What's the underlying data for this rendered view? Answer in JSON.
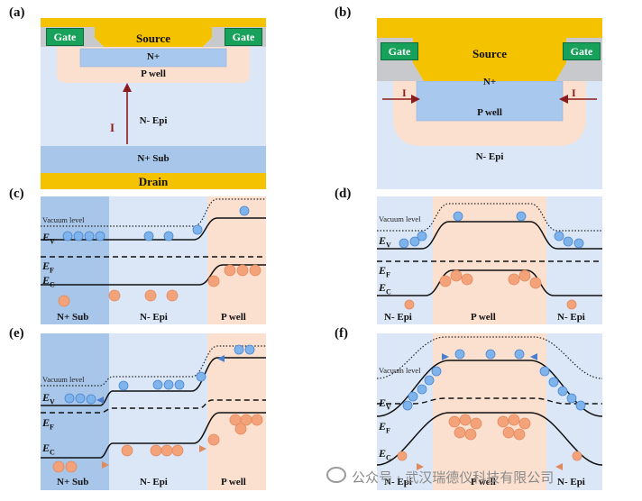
{
  "panels": {
    "a": {
      "label": "(a)",
      "gate_left": "Gate",
      "gate_right": "Gate",
      "source": "Source",
      "n_plus": "N+",
      "p_well": "P well",
      "current": "I",
      "n_epi": "N- Epi",
      "n_sub": "N+ Sub",
      "drain": "Drain"
    },
    "b": {
      "label": "(b)",
      "gate_left": "Gate",
      "gate_right": "Gate",
      "source": "Source",
      "n_plus": "N+",
      "current_left": "I",
      "current_right": "I",
      "p_well": "P well",
      "n_epi": "N- Epi"
    },
    "c": {
      "label": "(c)",
      "vacuum": "Vacuum level",
      "ev": "E",
      "ev_sub": "V",
      "ef": "E",
      "ef_sub": "F",
      "ec": "E",
      "ec_sub": "C",
      "region1": "N+ Sub",
      "region2": "N- Epi",
      "region3": "P well"
    },
    "d": {
      "label": "(d)",
      "vacuum": "Vacuum level",
      "ev": "E",
      "ev_sub": "V",
      "ef": "E",
      "ef_sub": "F",
      "ec": "E",
      "ec_sub": "C",
      "region1": "N- Epi",
      "region2": "P well",
      "region3": "N- Epi"
    },
    "e": {
      "label": "(e)",
      "vacuum": "Vacuum level",
      "ev": "E",
      "ev_sub": "V",
      "ef": "E",
      "ef_sub": "F",
      "ec": "E",
      "ec_sub": "C",
      "region1": "N+ Sub",
      "region2": "N- Epi",
      "region3": "P well"
    },
    "f": {
      "label": "(f)",
      "vacuum": "Vacuum level",
      "ev": "E",
      "ev_sub": "V",
      "ef": "E",
      "ef_sub": "F",
      "ec": "E",
      "ec_sub": "C",
      "region1": "N- Epi",
      "region2": "P well",
      "region3": "N- Epi"
    }
  },
  "watermark": "公众号 · 武汉瑞德仪科技有限公司",
  "colors": {
    "gold": "#f5c200",
    "gate_green": "#17a15a",
    "oxide_gray": "#c7c9cc",
    "n_plus": "#a9c8ee",
    "p_well": "#fbe0cf",
    "n_epi": "#dbe7f7",
    "n_sub": "#a7c6ea",
    "hole_blue": "#7fb3ec",
    "electron_orange": "#f3a27a",
    "arrow_red": "#8b1a1a"
  }
}
